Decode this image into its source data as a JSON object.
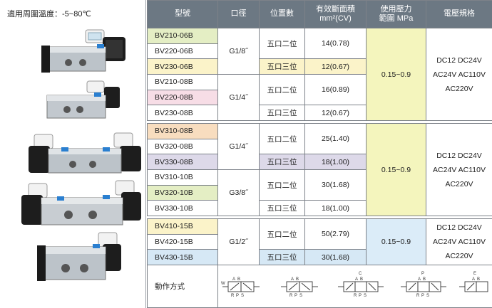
{
  "temperature_label": "適用周圍溫度：-5~80℃",
  "headers": {
    "model": "型號",
    "bore": "口徑",
    "position": "位置數",
    "area_line1": "有效斷面積",
    "area_line2": "mm²(CV)",
    "pressure_line1": "使用壓力",
    "pressure_line2": "範圍 MPa",
    "voltage": "電壓規格"
  },
  "groups": [
    {
      "bore": "G1/8˝",
      "pressure": "0.15~0.9",
      "rows": [
        {
          "model": "BV210-06B",
          "position": "五口二位",
          "area": "14(0.78)"
        },
        {
          "model": "BV220-06B",
          "position": "",
          "area": ""
        },
        {
          "model": "BV230-06B",
          "position": "五口三位",
          "area": "12(0.67)"
        }
      ]
    },
    {
      "bore": "G1/4˝",
      "rows": [
        {
          "model": "BV210-08B",
          "position": "五口二位",
          "area": "16(0.89)"
        },
        {
          "model": "BV220-08B",
          "position": "",
          "area": ""
        },
        {
          "model": "BV230-08B",
          "position": "五口三位",
          "area": "12(0.67)"
        }
      ]
    },
    {
      "bore": "G1/4˝",
      "pressure": "0.15~0.9",
      "rows": [
        {
          "model": "BV310-08B",
          "position": "五口二位",
          "area": "25(1.40)"
        },
        {
          "model": "BV320-08B",
          "position": "",
          "area": ""
        },
        {
          "model": "BV330-08B",
          "position": "五口三位",
          "area": "18(1.00)"
        }
      ]
    },
    {
      "bore": "G3/8˝",
      "rows": [
        {
          "model": "BV310-10B",
          "position": "五口二位",
          "area": "30(1.68)"
        },
        {
          "model": "BV320-10B",
          "position": "",
          "area": ""
        },
        {
          "model": "BV330-10B",
          "position": "五口三位",
          "area": "18(1.00)"
        }
      ]
    },
    {
      "bore": "G1/2˝",
      "pressure": "0.15~0.9",
      "rows": [
        {
          "model": "BV410-15B",
          "position": "五口二位",
          "area": "50(2.79)"
        },
        {
          "model": "BV420-15B",
          "position": "",
          "area": ""
        },
        {
          "model": "BV430-15B",
          "position": "五口三位",
          "area": "30(1.68)"
        }
      ]
    }
  ],
  "voltage": {
    "line1": "DC12 DC24V",
    "line2": "AC24V AC110V",
    "line3": "AC220V"
  },
  "action_label": "動作方式",
  "symbol_letters": {
    "a": "A",
    "b": "B",
    "r": "R",
    "p": "P",
    "s": "S",
    "w": "W",
    "c": "C",
    "pp": "P",
    "e": "E"
  },
  "colors": {
    "header_bg": "#6c7883",
    "green": "#e4eec4",
    "yellow": "#fbf3c9",
    "pink": "#f7dde6",
    "orange": "#f8ddbf",
    "lavender": "#ddd9e9",
    "blue": "#d6e8f5",
    "pressure_yellow": "#f4f5bd",
    "pressure_blue": "#dbecf8"
  }
}
